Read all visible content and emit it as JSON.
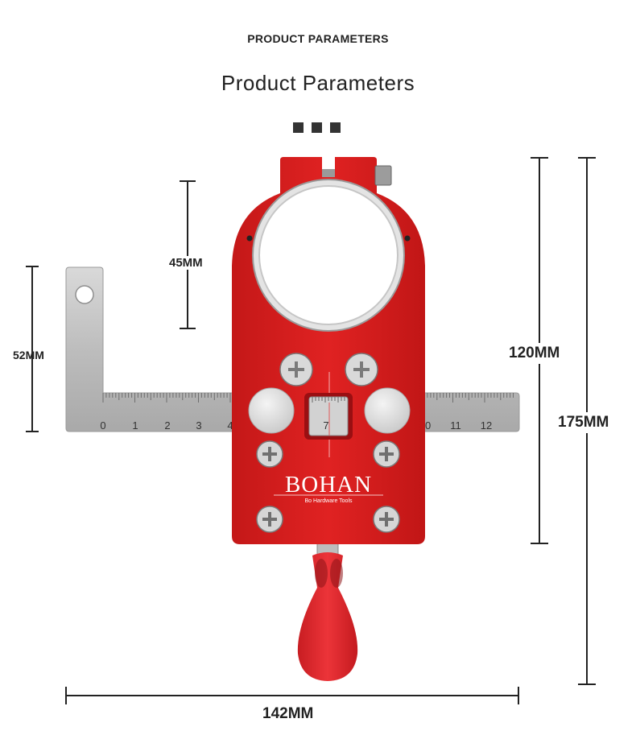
{
  "header": {
    "eyebrow": "PRODUCT PARAMETERS",
    "title": "Product Parameters"
  },
  "product": {
    "brand": "BOHAN",
    "tagline": "Bo Hardware Tools",
    "window_value": "7",
    "ruler_ticks": [
      "0",
      "1",
      "2",
      "3",
      "4",
      "10",
      "11",
      "12"
    ],
    "body_color": "#d81f1f",
    "handle_color": "#e0262a"
  },
  "dimensions": {
    "bore": "45MM",
    "ruler_height": "52MM",
    "body_height": "120MM",
    "total_height": "175MM",
    "total_width": "142MM"
  }
}
